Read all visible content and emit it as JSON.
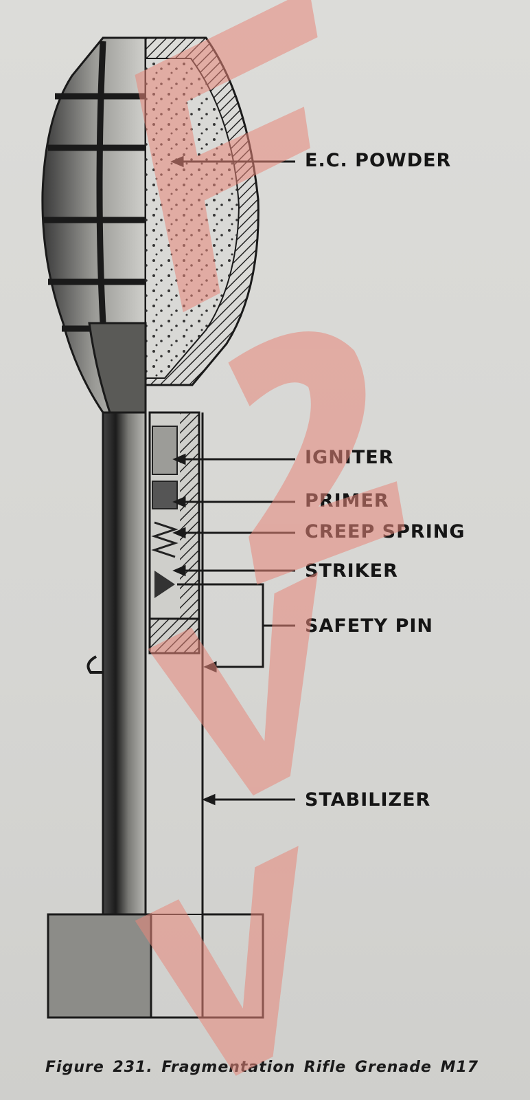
{
  "figure": {
    "caption": "Figure 231.  Fragmentation Rifle Grenade M17",
    "subject": "Fragmentation Rifle Grenade M17 cutaway"
  },
  "labels": [
    {
      "id": "ec-powder",
      "text": "E.C. POWDER"
    },
    {
      "id": "igniter",
      "text": "IGNITER"
    },
    {
      "id": "primer",
      "text": "PRIMER"
    },
    {
      "id": "creep-spring",
      "text": "CREEP SPRING"
    },
    {
      "id": "striker",
      "text": "STRIKER"
    },
    {
      "id": "safety-pin",
      "text": "SAFETY PIN"
    },
    {
      "id": "stabilizer",
      "text": "STABILIZER"
    }
  ],
  "colors": {
    "ink": "#151515",
    "paper": "#d9d9d6",
    "watermark": "#e8877a"
  }
}
